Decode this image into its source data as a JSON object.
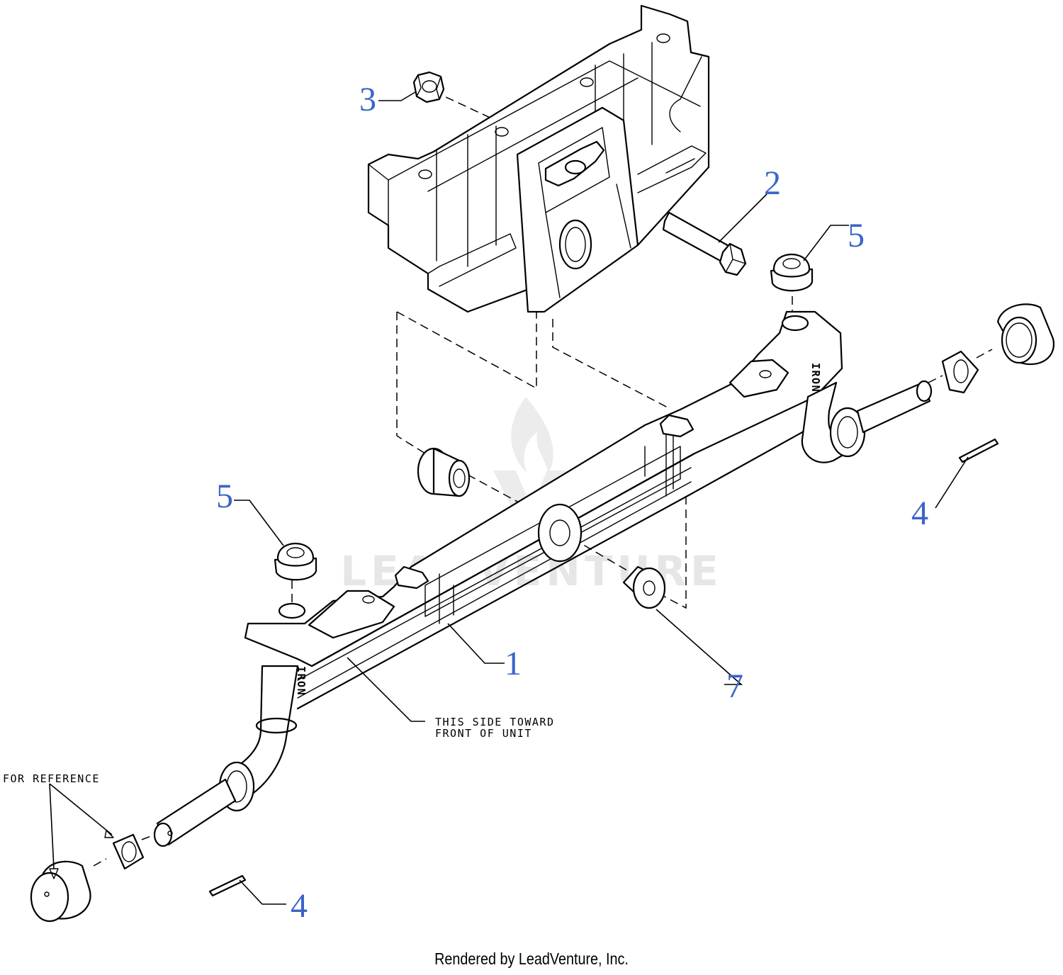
{
  "colors": {
    "callout": "#3b63c9",
    "line": "#000000",
    "watermark": "#e6e6e6"
  },
  "watermark": {
    "text": "LEADVENTURE"
  },
  "callouts": {
    "c1": "1",
    "c2": "2",
    "c3": "3",
    "c4_left": "4",
    "c4_right": "4",
    "c5_left": "5",
    "c5_right": "5",
    "c7": "7"
  },
  "notes": {
    "front_line1": "THIS SIDE TOWARD",
    "front_line2": "FRONT OF UNIT",
    "reference": "FOR REFERENCE"
  },
  "cast_mark": "IRON",
  "footer": "Rendered by LeadVenture, Inc."
}
